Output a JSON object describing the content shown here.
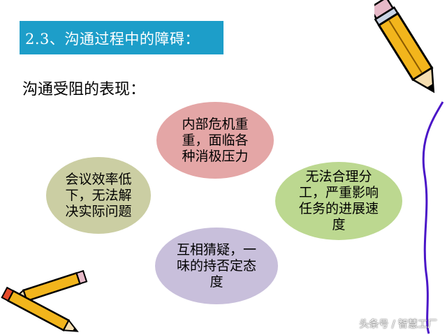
{
  "title": "2.3、沟通过程中的障碍：",
  "subtitle": "沟通受阻的表现：",
  "ellipses": {
    "e1": "内部危机重重，面临各种消极压力",
    "e2": "会议效率低下，无法解决实际问题",
    "e3": "无法合理分工，严重影响任务的进展速度",
    "e4": "互相猜疑，一味的持否定态度"
  },
  "watermark": "头条号 / 智慧工厂",
  "colors": {
    "title_bg": "#1d9ec9",
    "e1": "#e4a6a6",
    "e2": "#cbcea3",
    "e3": "#bcd890",
    "e4": "#c8bfdb",
    "pencil": "#f2b51c",
    "swirl": "#4b16c8"
  },
  "icons": [
    "pencil-icon",
    "pencils-icon",
    "swirl-line"
  ]
}
